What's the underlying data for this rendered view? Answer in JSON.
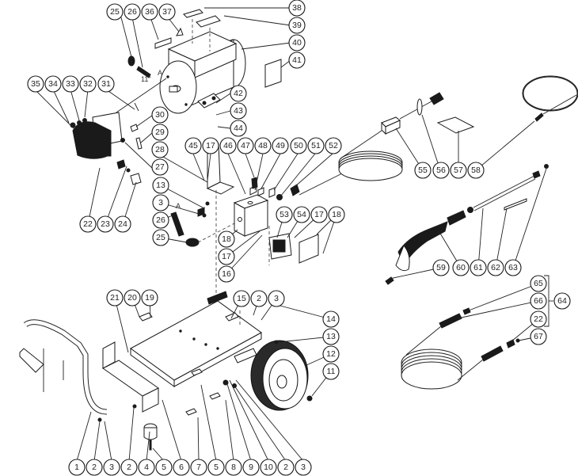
{
  "diagram": {
    "type": "exploded-parts-view",
    "annotations": {
      "motor_marker": "A",
      "spring_length": "11\"",
      "spring_marker": "A"
    },
    "callouts": [
      {
        "id": "c25a",
        "label": "25"
      },
      {
        "id": "c26a",
        "label": "26"
      },
      {
        "id": "c36",
        "label": "36"
      },
      {
        "id": "c37",
        "label": "37"
      },
      {
        "id": "c38",
        "label": "38"
      },
      {
        "id": "c39",
        "label": "39"
      },
      {
        "id": "c40",
        "label": "40"
      },
      {
        "id": "c41",
        "label": "41"
      },
      {
        "id": "c35",
        "label": "35"
      },
      {
        "id": "c34",
        "label": "34"
      },
      {
        "id": "c33",
        "label": "33"
      },
      {
        "id": "c32",
        "label": "32"
      },
      {
        "id": "c31",
        "label": "31"
      },
      {
        "id": "c42",
        "label": "42"
      },
      {
        "id": "c43",
        "label": "43"
      },
      {
        "id": "c44",
        "label": "44"
      },
      {
        "id": "c30",
        "label": "30"
      },
      {
        "id": "c29",
        "label": "29"
      },
      {
        "id": "c28",
        "label": "28"
      },
      {
        "id": "c27",
        "label": "27"
      },
      {
        "id": "c45",
        "label": "45"
      },
      {
        "id": "c17a",
        "label": "17"
      },
      {
        "id": "c46",
        "label": "46"
      },
      {
        "id": "c47",
        "label": "47"
      },
      {
        "id": "c48",
        "label": "48"
      },
      {
        "id": "c49",
        "label": "49"
      },
      {
        "id": "c50",
        "label": "50"
      },
      {
        "id": "c51",
        "label": "51"
      },
      {
        "id": "c52",
        "label": "52"
      },
      {
        "id": "c22a",
        "label": "22"
      },
      {
        "id": "c23",
        "label": "23"
      },
      {
        "id": "c24",
        "label": "24"
      },
      {
        "id": "c13a",
        "label": "13"
      },
      {
        "id": "c3a",
        "label": "3"
      },
      {
        "id": "c26b",
        "label": "26"
      },
      {
        "id": "c25b",
        "label": "25"
      },
      {
        "id": "c18a",
        "label": "18"
      },
      {
        "id": "c17b",
        "label": "17"
      },
      {
        "id": "c16",
        "label": "16"
      },
      {
        "id": "c53",
        "label": "53"
      },
      {
        "id": "c54",
        "label": "54"
      },
      {
        "id": "c17c",
        "label": "17"
      },
      {
        "id": "c18b",
        "label": "18"
      },
      {
        "id": "c55",
        "label": "55"
      },
      {
        "id": "c56",
        "label": "56"
      },
      {
        "id": "c57",
        "label": "57"
      },
      {
        "id": "c58",
        "label": "58"
      },
      {
        "id": "c59",
        "label": "59"
      },
      {
        "id": "c60",
        "label": "60"
      },
      {
        "id": "c61",
        "label": "61"
      },
      {
        "id": "c62",
        "label": "62"
      },
      {
        "id": "c63",
        "label": "63"
      },
      {
        "id": "c21",
        "label": "21"
      },
      {
        "id": "c20",
        "label": "20"
      },
      {
        "id": "c19",
        "label": "19"
      },
      {
        "id": "c15",
        "label": "15"
      },
      {
        "id": "c2a",
        "label": "2"
      },
      {
        "id": "c3b",
        "label": "3"
      },
      {
        "id": "c14",
        "label": "14"
      },
      {
        "id": "c13b",
        "label": "13"
      },
      {
        "id": "c12",
        "label": "12"
      },
      {
        "id": "c11",
        "label": "11"
      },
      {
        "id": "c65",
        "label": "65"
      },
      {
        "id": "c66",
        "label": "66"
      },
      {
        "id": "c64",
        "label": "64"
      },
      {
        "id": "c22b",
        "label": "22"
      },
      {
        "id": "c67",
        "label": "67"
      },
      {
        "id": "b1",
        "label": "1"
      },
      {
        "id": "b2",
        "label": "2"
      },
      {
        "id": "b3",
        "label": "3"
      },
      {
        "id": "b2b",
        "label": "2"
      },
      {
        "id": "b4",
        "label": "4"
      },
      {
        "id": "b5",
        "label": "5"
      },
      {
        "id": "b6",
        "label": "6"
      },
      {
        "id": "b7",
        "label": "7"
      },
      {
        "id": "b5b",
        "label": "5"
      },
      {
        "id": "b8",
        "label": "8"
      },
      {
        "id": "b9",
        "label": "9"
      },
      {
        "id": "b10",
        "label": "10"
      },
      {
        "id": "b2c",
        "label": "2"
      },
      {
        "id": "b3c",
        "label": "3"
      }
    ]
  }
}
